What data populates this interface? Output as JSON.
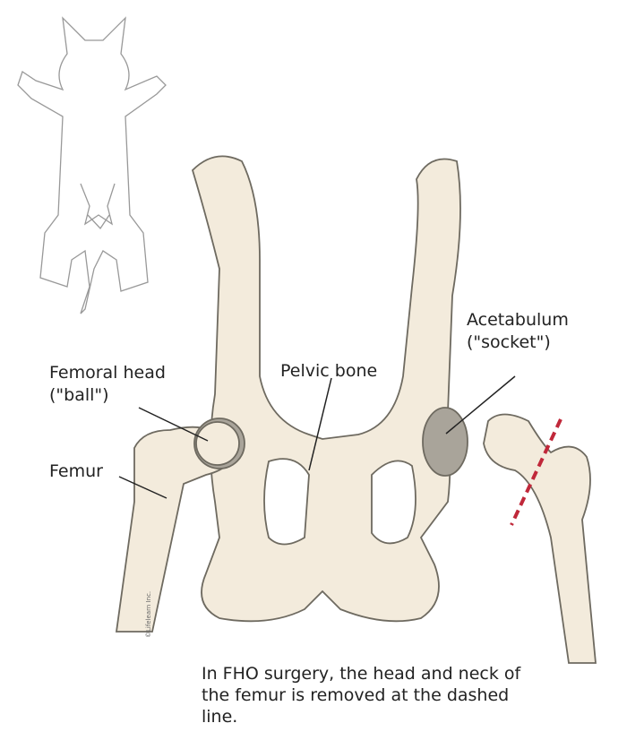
{
  "labels": {
    "femoral_head": "Femoral head",
    "femoral_head_sub": "(\"ball\")",
    "pelvic_bone": "Pelvic bone",
    "acetabulum": "Acetabulum",
    "acetabulum_sub": "(\"socket\")",
    "femur": "Femur"
  },
  "caption": "In FHO surgery, the head and neck of the femur is removed at the dashed line.",
  "copyright": "©Lifelearn Inc.",
  "colors": {
    "bone": "#f3ebdc",
    "bone_shade": "#e6d7bd",
    "outline": "#6e6a60",
    "socket": "#a9a49a",
    "cut_line": "#c0283a"
  }
}
